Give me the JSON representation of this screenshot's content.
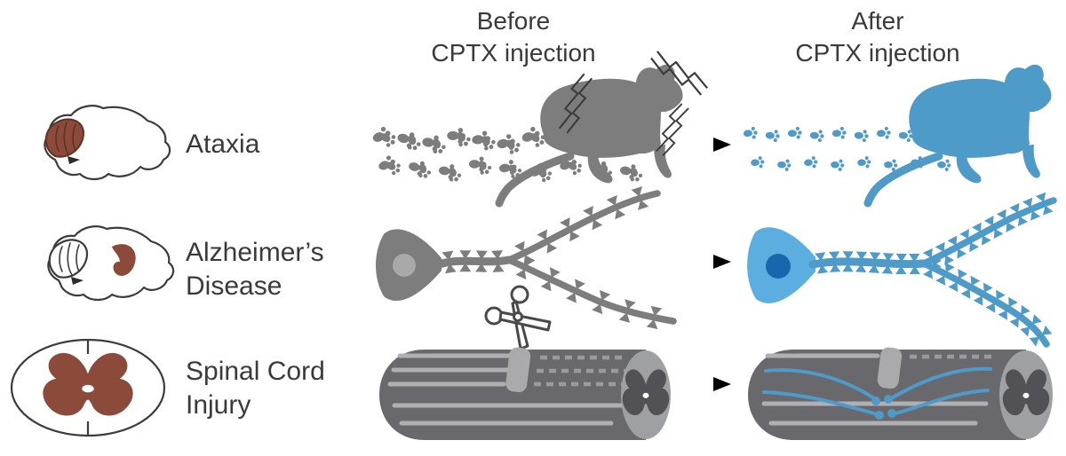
{
  "headers": {
    "before": "Before\nCPTX injection",
    "after": "After\nCPTX injection"
  },
  "rows": [
    {
      "label": "Ataxia",
      "icon": "mouse-brain-sagittal-cerebellum-highlighted",
      "before": "trembling-mouse-with-irregular-footprints",
      "after": "recovered-mouse-with-regular-footprints"
    },
    {
      "label": "Alzheimer’s\nDisease",
      "icon": "mouse-brain-sagittal-hippocampus-highlighted",
      "before": "neuron-with-sparse-dendritic-spines-and-scissors",
      "after": "neuron-with-dense-dendritic-spines"
    },
    {
      "label": "Spinal Cord\nInjury",
      "icon": "spinal-cord-cross-section-gray-matter-highlighted",
      "before": "spinal-cord-with-lesion-and-degenerated-dashed-fibers",
      "after": "spinal-cord-with-blue-regenerating-fibers-bridging-lesion"
    }
  ],
  "icons": {
    "arrow": "right-arrow",
    "tremor": "tremor-zigzag-lines",
    "scissors": "scissors",
    "footprint": "paw-print",
    "mouse": "mouse-silhouette",
    "neuron": "neuron-with-dendritic-spines",
    "spinal_cord": "spinal-cord-cylinder"
  },
  "colors": {
    "text": "#3a3a3a",
    "outline_dark": "#3c3c3c",
    "figure_gray": "#7d7d7d",
    "nucleus_gray": "#a9a9a9",
    "figure_blue": "#4e9ac8",
    "soma_blue": "#5cade0",
    "nucleus_blue": "#1667ae",
    "region_brown": "#8c4b3a",
    "brown_outline": "#5f3226",
    "cord_body": "#69696d",
    "cord_stripe": "#b0b0b3",
    "cord_dashed": "#9b9b9f",
    "cord_lesion": "#aaaaad",
    "cord_end": "#9fa0a3",
    "cord_gray_matter": "#515156"
  }
}
